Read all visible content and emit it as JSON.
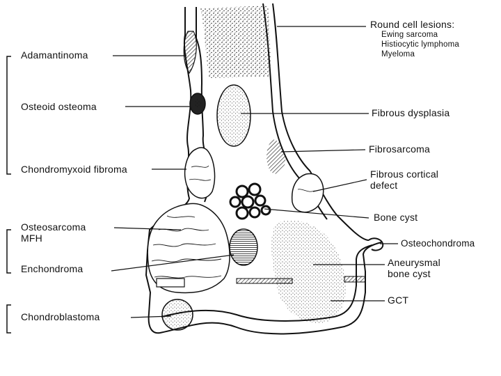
{
  "colors": {
    "ink": "#111111",
    "paper": "#ffffff"
  },
  "left_labels": {
    "adamantinoma": "Adamantinoma",
    "osteoid_osteoma": "Osteoid osteoma",
    "chondromyxoid_fibroma": "Chondromyxoid fibroma",
    "osteosarcoma": "Osteosarcoma",
    "mfh": "MFH",
    "enchondroma": "Enchondroma",
    "chondroblastoma": "Chondroblastoma"
  },
  "right_labels": {
    "round_cell_title": "Round cell lesions:",
    "round_cell_items": [
      "Ewing sarcoma",
      "Histiocytic lymphoma",
      "Myeloma"
    ],
    "fibrous_dysplasia": "Fibrous dysplasia",
    "fibrosarcoma": "Fibrosarcoma",
    "fibrous_cortical_defect": [
      "Fibrous cortical",
      "defect"
    ],
    "bone_cyst": "Bone cyst",
    "osteochondroma": "Osteochondroma",
    "aneurysmal_bone_cyst": [
      "Aneurysmal",
      "bone cyst"
    ],
    "gct": "GCT"
  }
}
